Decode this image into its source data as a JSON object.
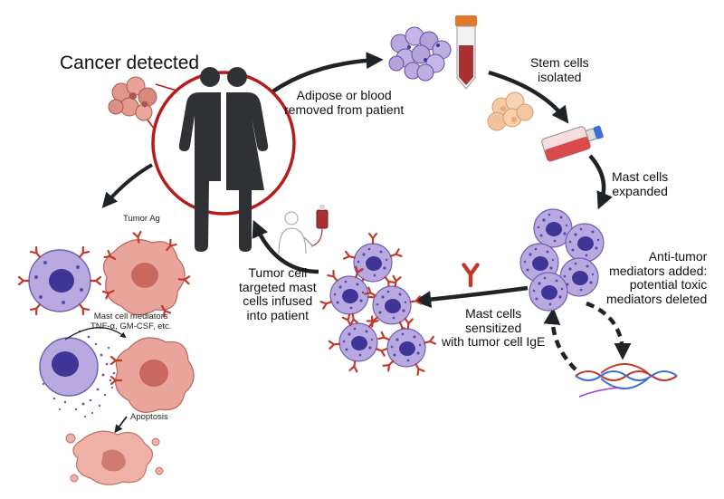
{
  "labels": {
    "cancer_detected": "Cancer  detected",
    "adipose": [
      "Adipose or blood",
      "removed from patient"
    ],
    "stem_cells": [
      "Stem cells",
      "isolated"
    ],
    "mast_expanded": [
      "Mast cells",
      "expanded"
    ],
    "anti_tumor": [
      "Anti-tumor",
      "mediators added:",
      "potential toxic",
      "mediators deleted"
    ],
    "sensitized": [
      "Mast cells",
      "sensitized",
      "with tumor cell IgE"
    ],
    "infused": [
      "Tumor cell",
      "targeted mast",
      "cells infused",
      "into patient"
    ],
    "tumor_ag": "Tumor Ag",
    "mediators": [
      "Mast cell mediators",
      "TNF-α, GM-CSF, etc."
    ],
    "apoptosis": "Apoptosis"
  },
  "colors": {
    "arrow": "#1f2226",
    "person": "#2f3134",
    "red_ring": "#b71c1c",
    "mast_cell": "#b8a9e0",
    "mast_nucleus": "#3f3596",
    "tumor_cell": "#e9a59b",
    "tumor_nucleus": "#c9685e",
    "antibody": "#c0392b",
    "stem_cell": "#f3c9a6",
    "tube_cap": "#e07a2a",
    "blood": "#a83232"
  },
  "icons": [
    "tumor-cluster-icon",
    "person-icon",
    "adipose-tissue-icon",
    "blood-tube-icon",
    "stem-cells-icon",
    "culture-flask-icon",
    "mast-cell-icon",
    "dna-strand-icon",
    "antibody-icon",
    "iv-patient-icon",
    "tumor-cell-icon"
  ]
}
